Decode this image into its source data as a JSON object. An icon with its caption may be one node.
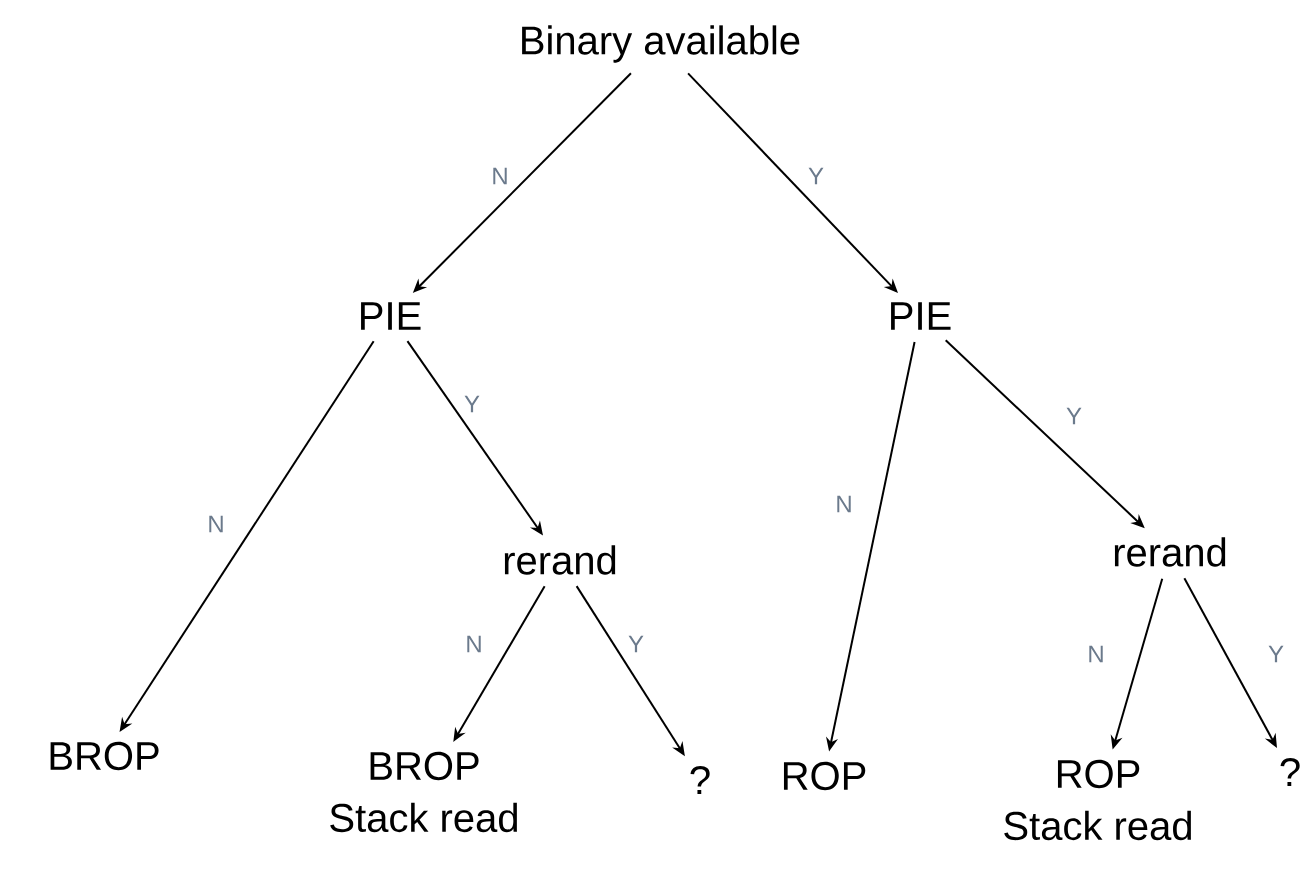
{
  "diagram": {
    "nodes": [
      {
        "text": [
          "Binary available"
        ]
      },
      {
        "text": [
          "PIE"
        ]
      },
      {
        "text": [
          "PIE"
        ]
      },
      {
        "text": [
          "BROP"
        ]
      },
      {
        "text": [
          "rerand"
        ]
      },
      {
        "text": [
          "BROP",
          "Stack read"
        ]
      },
      {
        "text": [
          "?"
        ]
      },
      {
        "text": [
          "ROP"
        ]
      },
      {
        "text": [
          "rerand"
        ]
      },
      {
        "text": [
          "ROP",
          "Stack read"
        ]
      },
      {
        "text": [
          "?"
        ]
      }
    ],
    "edges": [
      {
        "from": 0,
        "to": 1,
        "arrow": "to",
        "label": "N"
      },
      {
        "from": 0,
        "to": 2,
        "arrow": "to",
        "label": "Y"
      },
      {
        "from": 1,
        "to": 3,
        "arrow": "to",
        "label": "N"
      },
      {
        "from": 1,
        "to": 4,
        "arrow": "to",
        "label": "Y"
      },
      {
        "from": 2,
        "to": 7,
        "arrow": "to",
        "label": "N"
      },
      {
        "from": 2,
        "to": 8,
        "arrow": "to",
        "label": "Y"
      },
      {
        "from": 4,
        "to": 5,
        "arrow": "to",
        "label": "N"
      },
      {
        "from": 4,
        "to": 6,
        "arrow": "to",
        "label": "Y"
      },
      {
        "from": 8,
        "to": 9,
        "arrow": "to",
        "label": "N"
      },
      {
        "from": 8,
        "to": 10,
        "arrow": "to",
        "label": "Y"
      }
    ]
  }
}
